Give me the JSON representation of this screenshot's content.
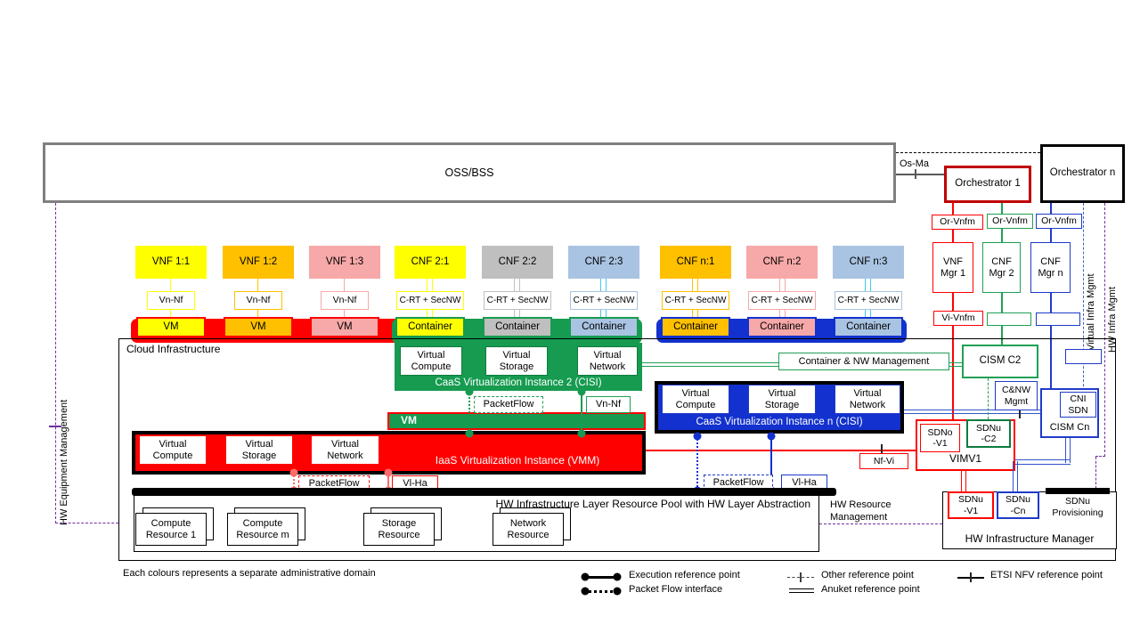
{
  "colors": {
    "red": "#FF0000",
    "dark_red": "#C00000",
    "green": "#169B50",
    "green_border": "#1FA054",
    "dark_green": "#0E7B3E",
    "blue_fill": "#1331CE",
    "blue_border": "#1F3BC8",
    "light_blue": "#A9C3E2",
    "cyan": "#3FC9F2",
    "yellow": "#FFFF00",
    "orange": "#FFC000",
    "pink": "#F7A8A8",
    "gray": "#BFBFBF",
    "gray_border": "#7F7F7F",
    "purple": "#7030A0",
    "mgmt_blue_dash": "#3C64C8"
  },
  "top": {
    "oss": "OSS/BSS",
    "os_ma": "Os-Ma",
    "orchestrator_1": "Orchestrator 1",
    "orchestrator_n": "Orchestrator n"
  },
  "mgmt_column": {
    "or_vnfm": [
      "Or-Vnfm",
      "Or-Vnfm",
      "Or-Vnfm"
    ],
    "managers": [
      "VNF Mgr 1",
      "CNF Mgr 2",
      "CNF Mgr n"
    ],
    "vi_vnfm": "Vi-Vnfm"
  },
  "nf_columns": [
    {
      "label": "VNF 1:1",
      "iface": "Vn-Nf",
      "runtime": "VM"
    },
    {
      "label": "VNF 1:2",
      "iface": "Vn-Nf",
      "runtime": "VM"
    },
    {
      "label": "VNF 1:3",
      "iface": "Vn-Nf",
      "runtime": "VM"
    },
    {
      "label": "CNF 2:1",
      "iface": "C-RT + SecNW",
      "runtime": "Container"
    },
    {
      "label": "CNF 2:2",
      "iface": "C-RT + SecNW",
      "runtime": "Container"
    },
    {
      "label": "CNF 2:3",
      "iface": "C-RT + SecNW",
      "runtime": "Container"
    },
    {
      "label": "CNF n:1",
      "iface": "C-RT + SecNW",
      "runtime": "Container"
    },
    {
      "label": "CNF n:2",
      "iface": "C-RT + SecNW",
      "runtime": "Container"
    },
    {
      "label": "CNF n:3",
      "iface": "C-RT + SecNW",
      "runtime": "Container"
    }
  ],
  "cloud": {
    "label": "Cloud Infrastructure",
    "caas2": {
      "title": "CaaS Virtualization Instance 2 (CISI)",
      "cells": [
        "Virtual Compute",
        "Virtual Storage",
        "Virtual Network"
      ],
      "packetflow": "PacketFlow",
      "vn_nf": "Vn-Nf"
    },
    "vm_bar": "VM",
    "iaas": {
      "title": "IaaS Virtualization Instance (VMM)",
      "cells": [
        "Virtual Compute",
        "Virtual Storage",
        "Virtual Network"
      ],
      "packetflow": "PacketFlow",
      "vl_ha": "Vl-Ha"
    },
    "caasn": {
      "title": "CaaS Virtualization Instance n (CISI)",
      "cells": [
        "Virtual Compute",
        "Virtual Storage",
        "Virtual Network"
      ],
      "packetflow": "PacketFlow",
      "vl_ha": "Vl-Ha"
    },
    "container_nw_mgmt": "Container & NW Management",
    "cism_c2": "CISM C2",
    "cnw_mgmt": "C&NW Mgmt",
    "cni_sdn": "CNI SDN",
    "cism_cn": "CISM Cn",
    "nf_vi": "Nf-Vi",
    "vim": {
      "sdno_v1": "SDNo -V1",
      "sdnu_c2": "SDNu -C2",
      "label": "VIMV1"
    },
    "hw_pool": {
      "bar_label": "HW Infrastructure Layer Resource Pool with HW Layer Abstraction",
      "resources": [
        "Compute Resource 1",
        "Compute Resource m",
        "Storage Resource",
        "Network Resource"
      ]
    },
    "hw_resource_mgmt": "HW Resource Management",
    "hw_infra_mgr": {
      "sdnu_v1": "SDNu -V1",
      "sdnu_cn": "SDNu -Cn",
      "sdnu_prov": "SDNu Provisioning",
      "title": "HW Infrastructure Manager"
    }
  },
  "side_labels": {
    "hw_equipment": "HW Equipment Management",
    "virtual_infra": "Virtual Infra Mgmt",
    "hw_infra": "HW Infra Mgmt"
  },
  "legend": {
    "execution": "Execution reference point",
    "packet_flow": "Packet Flow interface",
    "other": "Other reference point",
    "anuket": "Anuket reference point",
    "etsi": "ETSI NFV reference point"
  },
  "footnote": "Each colours represents a separate administrative domain"
}
